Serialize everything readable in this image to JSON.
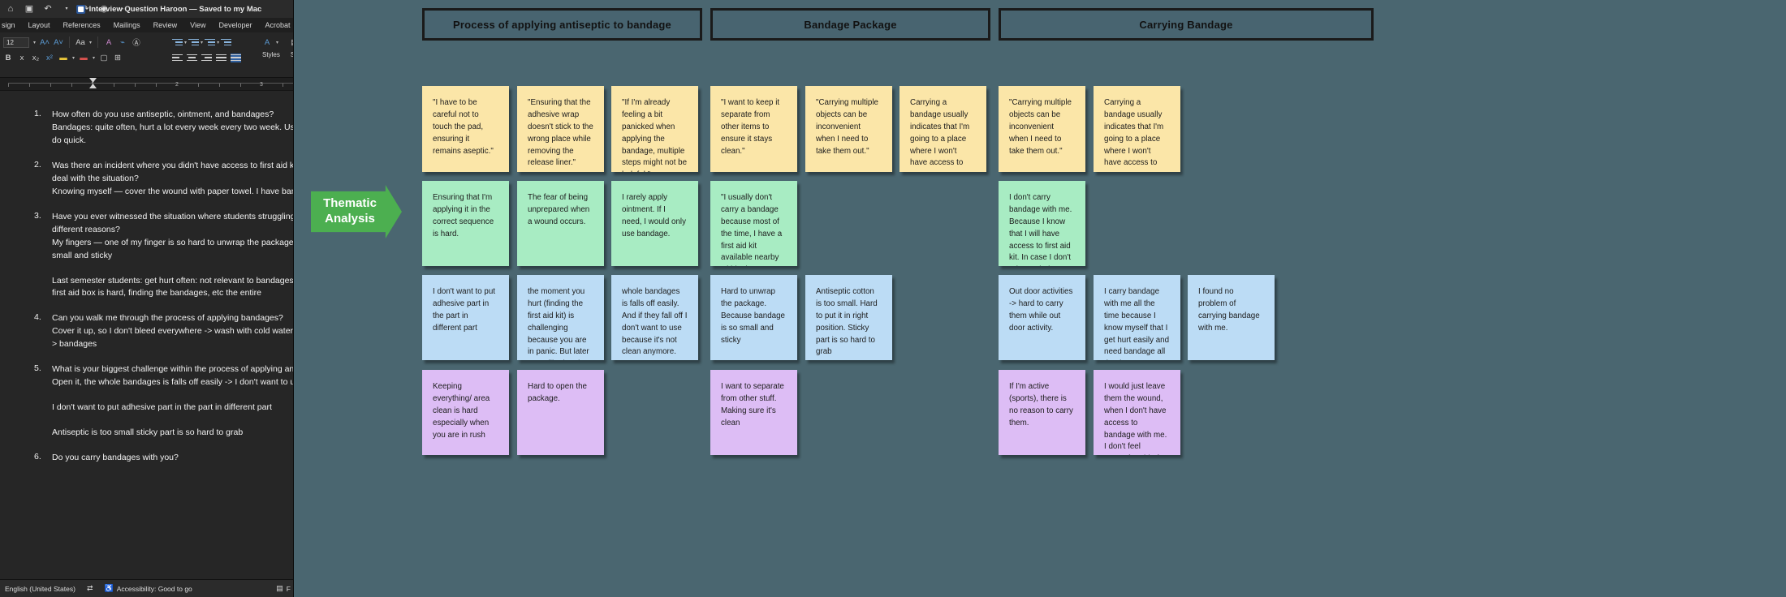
{
  "word": {
    "title": "Interview Question Haroon — Saved to my Mac",
    "title_icons": [
      "home-icon",
      "save-icon",
      "undo-icon",
      "redo-icon",
      "read-aloud-icon",
      "more-icon"
    ],
    "ribbon_tabs": [
      "sign",
      "Layout",
      "References",
      "Mailings",
      "Review",
      "View",
      "Developer",
      "Acrobat"
    ],
    "font_size_value": "12",
    "styles_label": "Styles",
    "ribbon_right_label": "Se",
    "ruler_numbers": [
      "1",
      "2",
      "3"
    ],
    "questions": [
      {
        "num": "1.",
        "lines": [
          "How often do you use antiseptic, ointment, and bandages?",
          "Bandages: quite often, hurt a lot every week every two week. Usua",
          "do quick."
        ]
      },
      {
        "num": "2.",
        "lines": [
          "Was there an incident where you didn't have access to first aid kit?",
          "deal with the situation?",
          "Knowing myself — cover the wound with paper towel. I have bandag"
        ]
      },
      {
        "num": "3.",
        "lines": [
          "Have you ever witnessed the situation where students struggling ap",
          "different reasons?",
          "My fingers — one of my finger is so hard to unwrap the package. Be",
          "small and sticky"
        ]
      }
    ],
    "paragraph_after_3": [
      "Last semester students: get hurt often: not relevant to bandages: it",
      "first aid box is hard, finding the bandages, etc the entire"
    ],
    "questions_b": [
      {
        "num": "4.",
        "lines": [
          "Can you walk me through the process of applying bandages?",
          "Cover it up, so I don't bleed everywhere -> wash with cold water &",
          "> bandages"
        ]
      },
      {
        "num": "5.",
        "lines": [
          "What is your biggest challenge within the process of applying antise",
          "Open it, the whole bandages is falls off easily -> I don't want to use"
        ]
      }
    ],
    "paragraphs_tail": [
      "I don't want to put adhesive part in the part in different part",
      "Antiseptic is too small sticky part is so hard to grab"
    ],
    "question_6": {
      "num": "6.",
      "lines": [
        "Do you carry bandages with you?"
      ]
    },
    "status": {
      "language": "English (United States)",
      "accessibility": "Accessibility: Good to go",
      "track_changes_icon": "track-changes-icon",
      "accessibility_icon": "accessibility-icon",
      "right_icon": "page-icon",
      "right_label": "F"
    }
  },
  "thematic": {
    "label_line1": "Thematic",
    "label_line2": "Analysis",
    "color": "#4CAF50"
  },
  "board": {
    "note_colors": {
      "yellow": "#fbe6a8",
      "green": "#a8ecc3",
      "blue": "#bcdcf5",
      "purple": "#ddbdf5"
    },
    "columns": [
      {
        "title": "Process of applying antiseptic to bandage",
        "rows": [
          {
            "color": "yellow",
            "notes": [
              "\"I have to be careful not to touch the pad, ensuring it remains aseptic.\"",
              "\"Ensuring that the adhesive wrap doesn't stick to the wrong place while removing the release liner.\"",
              "\"If I'm already feeling a bit panicked when applying the bandage, multiple steps might not be helpful.\""
            ]
          },
          {
            "color": "green",
            "notes": [
              "Ensuring that I'm applying it in the correct sequence is hard.",
              "The fear of being unprepared when a wound occurs.",
              "I rarely apply ointment. If I need, I would only use bandage."
            ]
          },
          {
            "color": "blue",
            "notes": [
              "I don't want to put adhesive part in the part in different part",
              "the moment you hurt (finding the first aid kit) is challenging because you are in panic. But later you will adapt it.",
              "whole bandages is falls off easily. And if they fall off I don't want to use because it's not clean anymore."
            ]
          },
          {
            "color": "purple",
            "notes": [
              "Keeping everything/ area clean is hard especially when you are in rush",
              "Hard to open the package."
            ]
          }
        ]
      },
      {
        "title": "Bandage Package",
        "rows": [
          {
            "color": "yellow",
            "notes": [
              "\"I want to keep it separate from other items to ensure it stays clean.\"",
              "\"Carrying multiple objects can be inconvenient when I need to take them out.\"",
              "Carrying a bandage usually indicates that I'm going to a place where I won't have access to one."
            ]
          },
          {
            "color": "green",
            "notes": [
              "\"I usually don't carry a bandage because most of the time, I have a first aid kit available nearby within the workshop.\""
            ]
          },
          {
            "color": "blue",
            "notes": [
              "Hard to unwrap the package. Because bandage is so small and sticky",
              "Antiseptic cotton is too small. Hard to put it in right position. Sticky part is so hard to grab"
            ]
          },
          {
            "color": "purple",
            "notes": [
              "I want to separate from other stuff. Making sure it's clean"
            ]
          }
        ]
      },
      {
        "title": "Carrying Bandage",
        "rows": [
          {
            "color": "yellow",
            "notes": [
              "\"Carrying multiple objects can be inconvenient when I need to take them out.\"",
              "Carrying a bandage usually indicates that I'm going to a place where I won't have access to one."
            ]
          },
          {
            "color": "green",
            "notes": [
              "I don't carry bandage with me. Because I know that I will have access to first aid kit. In case I don't I don't mind not having access right away"
            ]
          },
          {
            "color": "blue",
            "notes": [
              "Out door activities -> hard to carry them while out door activity.",
              "I carry bandage with me all the time because I know myself that I get hurt easily and need bandage all the time.",
              "I found no problem of carrying bandage with me."
            ]
          },
          {
            "color": "purple",
            "notes": [
              "If I'm active (sports), there is no reason to carry them.",
              "I would just leave them the wound, when I don't have access to bandage with me. I don't feel uncomfortable for not carrying them with me."
            ]
          }
        ]
      }
    ]
  }
}
